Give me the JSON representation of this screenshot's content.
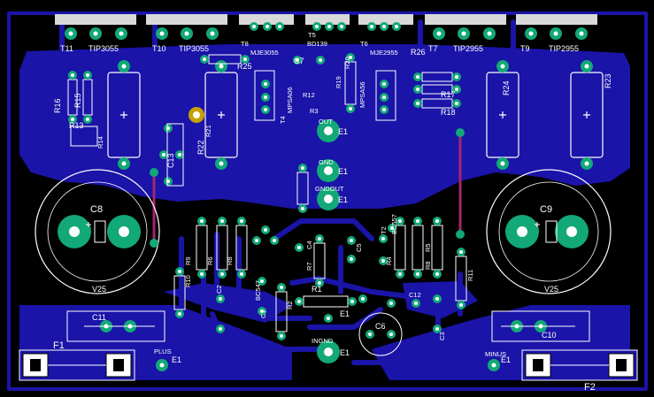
{
  "board": {
    "colors": {
      "background": "#000000",
      "copper_pour": "#1a14a8",
      "copper_trace": "#1a14a8",
      "board_outline": "#1a14a8",
      "pad": "#12a878",
      "via": "#ff3fa6",
      "silkscreen": "#ffffff",
      "top_trace": "#a3266f",
      "heatsink_tab": "#d9d9d9"
    }
  },
  "labels": {
    "t11": "T11",
    "tip3055_1": "TIP3055",
    "t10": "T10",
    "tip3055_2": "TIP3055",
    "t8": "T8",
    "mje3055": "MJE3055",
    "t5": "T5",
    "bd139": "BD139",
    "t6": "T6",
    "mje2955": "MJE2955",
    "t7": "T7",
    "tip2955_1": "TIP2955",
    "t9": "T9",
    "tip2955_2": "TIP2955",
    "r16": "R16",
    "r15": "R15",
    "r13": "R13",
    "r14": "R14",
    "r25": "R25",
    "r22": "R22",
    "r21": "R21",
    "c13": "C13",
    "c7": "C7",
    "t4": "T4",
    "mps_a06": "MPSA06",
    "r19": "R19",
    "r20": "R20",
    "r12": "R12",
    "r3": "R3",
    "mps_a56": "MPSA56",
    "r26": "R26",
    "r17": "R17",
    "r18": "R18",
    "r24": "R24",
    "r23": "R23",
    "c8": "C8",
    "c8_v": "V25",
    "c9": "C9",
    "c9_v": "V25",
    "out": "OUT",
    "gnd": "GND",
    "gnd_out": "GNDOUT",
    "e1": "E1",
    "r10": "R10",
    "r9": "R9",
    "r6": "R6",
    "r8_left": "R8",
    "bc547": "BC547",
    "c4": "C4",
    "c2": "C2",
    "c1": "C1",
    "r7": "R7",
    "c5": "C5",
    "r1": "R1",
    "r2": "R2",
    "t2": "T2",
    "bc557": "BC557",
    "r4": "R4",
    "r5": "R5",
    "r8": "R8",
    "c12": "C12",
    "r11": "R11",
    "c3": "C3",
    "c11": "C11",
    "c10": "C10",
    "c6": "C6",
    "plus": "PLUS",
    "minus": "MINUS",
    "in_gnd": "INGND",
    "f1": "F1",
    "f2": "F2"
  }
}
